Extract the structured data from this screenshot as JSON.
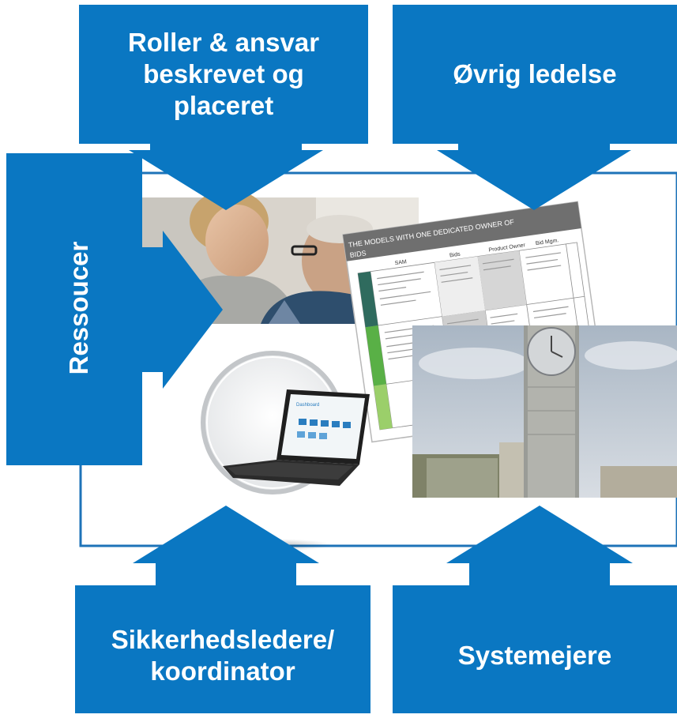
{
  "callouts": {
    "top_left": "Roller & ansvar\nbeskrevet og\nplaceret",
    "top_right": "Øvrig ledelse",
    "left": "Ressoucer",
    "bottom_left": "Sikkerhedsledere/\nkoordinator",
    "bottom_right": "Systemejere"
  },
  "document": {
    "heading": "THE MODELS WITH ONE DEDICATED OWNER OF",
    "subheading": "BIDS",
    "columns": [
      "SAM",
      "Bids",
      "Product Owner",
      "Bid Mgm."
    ]
  },
  "laptop_screen": {
    "title": "Dashboard"
  },
  "colors": {
    "callout_blue": "#0a77c2",
    "frame_line": "#1e73b8"
  }
}
